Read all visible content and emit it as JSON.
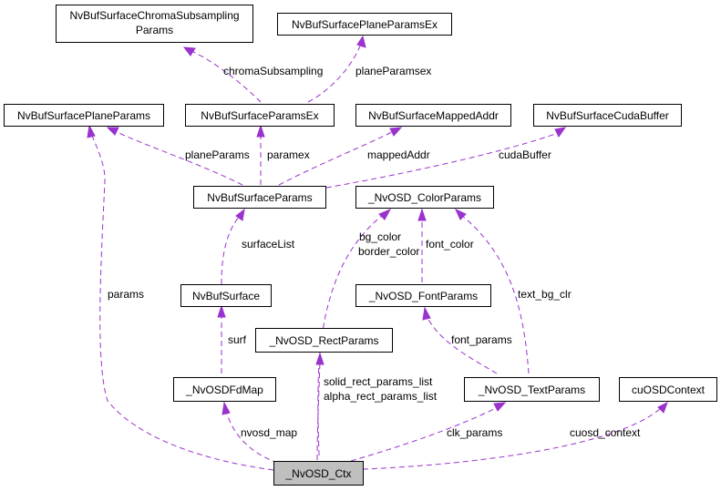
{
  "edge_color": "#9a32cd",
  "focus_fill": "#bfbfbf",
  "nodes": {
    "chroma": {
      "line1": "NvBufSurfaceChromaSubsampling",
      "line2": "Params"
    },
    "planeex": "NvBufSurfacePlaneParamsEx",
    "planeparams": "NvBufSurfacePlaneParams",
    "paramsex": "NvBufSurfaceParamsEx",
    "mappedaddr": "NvBufSurfaceMappedAddr",
    "cudabuffer": "NvBufSurfaceCudaBuffer",
    "surfparams": "NvBufSurfaceParams",
    "colorparams": "_NvOSD_ColorParams",
    "nvbufsurface": "NvBufSurface",
    "fontparams": "_NvOSD_FontParams",
    "rectparams": "_NvOSD_RectParams",
    "fdmap": "_NvOSDFdMap",
    "textparams": "_NvOSD_TextParams",
    "cuosdcontext": "cuOSDContext",
    "ctx": "_NvOSD_Ctx"
  },
  "edges": {
    "chroma_subsampling": "chromaSubsampling",
    "plane_paramsex": "planeParamsex",
    "plane_params": "planeParams",
    "paramex": "paramex",
    "mapped_addr": "mappedAddr",
    "cuda_buffer": "cudaBuffer",
    "surface_list": "surfaceList",
    "params": "params",
    "bg_color": "bg_color",
    "border_color": "border_color",
    "font_color": "font_color",
    "text_bg_clr": "text_bg_clr",
    "surf": "surf",
    "font_params": "font_params",
    "solid_rect": "solid_rect_params_list",
    "alpha_rect": "alpha_rect_params_list",
    "nvosd_map": "nvosd_map",
    "clk_params": "clk_params",
    "cuosd_context": "cuosd_context"
  }
}
